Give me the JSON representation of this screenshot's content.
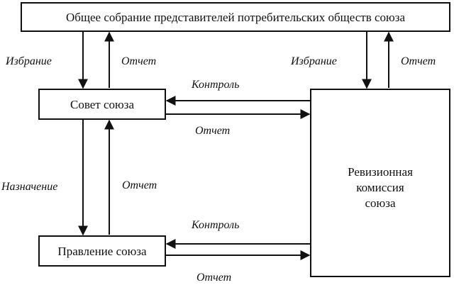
{
  "nodes": {
    "general_meeting": "Общее собрание представителей потребительских обществ союза",
    "union_council": "Совет союза",
    "union_board": "Правление союза",
    "audit_commission": [
      "Ревизионная",
      "комиссия",
      "союза"
    ]
  },
  "edges": {
    "election_left": "Избрание",
    "report_left_top": "Отчет",
    "election_right": "Избрание",
    "report_right_top": "Отчет",
    "control_top": "Контроль",
    "report_middle_top": "Отчет",
    "appointment": "Назначение",
    "report_left_middle": "Отчет",
    "control_bottom": "Контроль",
    "report_bottom": "Отчет"
  }
}
